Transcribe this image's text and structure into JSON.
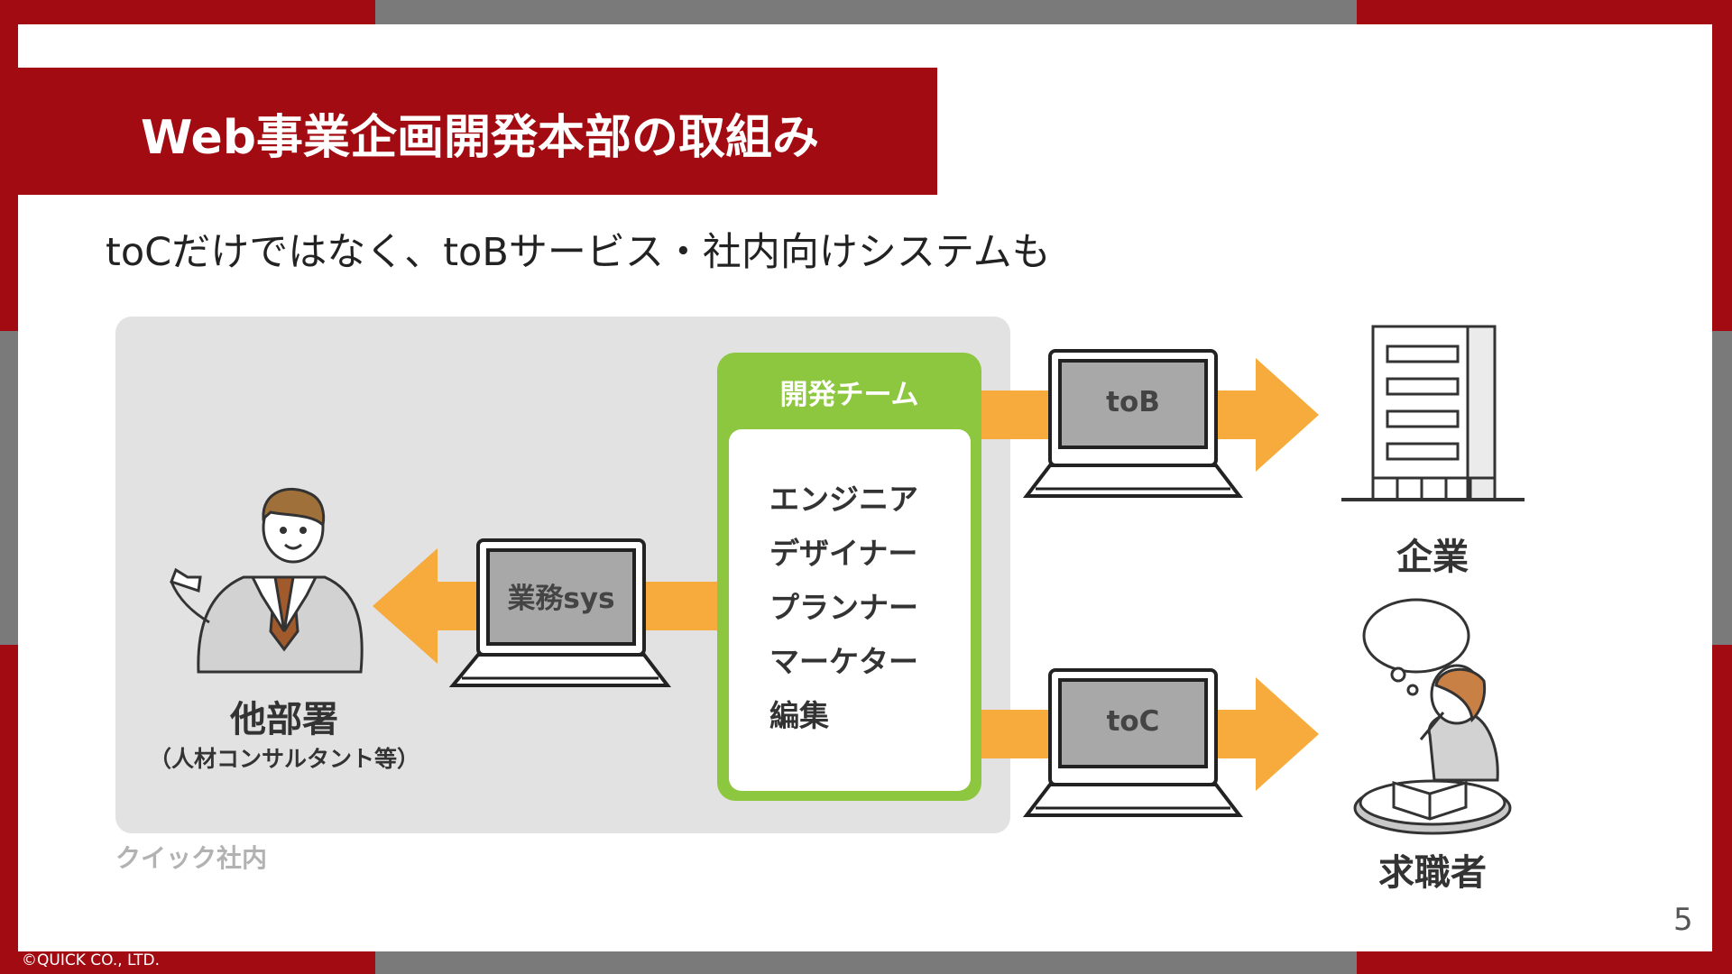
{
  "slide": {
    "title": "Web事業企画開発本部の取組み",
    "subtitle": "toCだけではなく、toBサービス・社内向けシステムも",
    "page_number": "5",
    "copyright": "©QUICK CO., LTD."
  },
  "diagram": {
    "internal_label": "クイック社内",
    "dev_team": {
      "title": "開発チーム",
      "roles": [
        "エンジニア",
        "デザイナー",
        "プランナー",
        "マーケター",
        "編集"
      ]
    },
    "systems": {
      "internal": "業務sys",
      "to_b": "toB",
      "to_c": "toC"
    },
    "targets": {
      "other_dept": "他部署",
      "other_dept_sub": "（人材コンサルタント等）",
      "company": "企業",
      "job_seeker": "求職者"
    }
  },
  "colors": {
    "brand_red": "#a30b12",
    "arrow_orange": "#f6ab3c",
    "team_green": "#8dc63f",
    "panel_gray": "#e2e2e2"
  }
}
